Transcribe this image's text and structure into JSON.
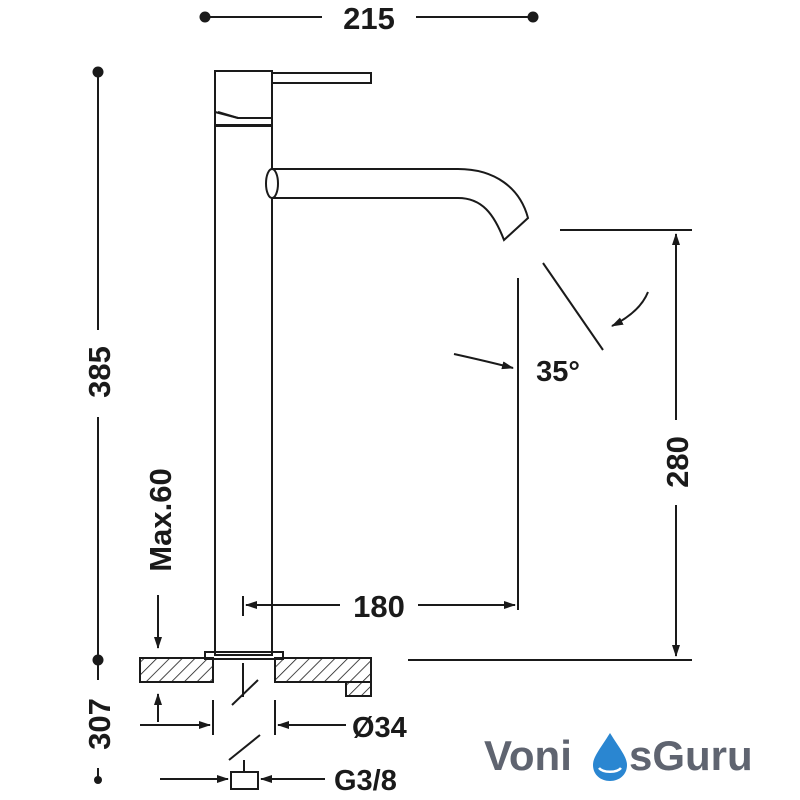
{
  "drawing": {
    "dimensions": {
      "overall_width": "215",
      "overall_height": "385",
      "spout_height": "280",
      "spout_reach": "180",
      "spout_angle": "35°",
      "max_deck_thickness": "Max.60",
      "hose_length": "307",
      "hole_diameter": "Ø34",
      "connection_thread": "G3/8"
    },
    "colors": {
      "line": "#1a1a1a",
      "logo_text": "#5f6470",
      "logo_drop": "#2a86d1"
    }
  },
  "logo": {
    "text_left": "Voni",
    "text_right": "sGuru"
  }
}
